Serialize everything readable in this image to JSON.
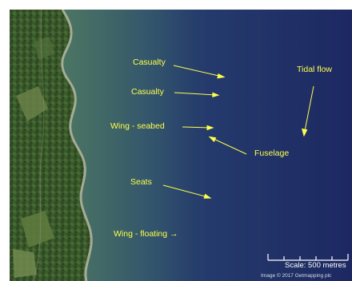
{
  "map": {
    "labels": {
      "casualty_1": "Casualty",
      "casualty_2": "Casualty",
      "wing_seabed": "Wing - seabed",
      "fuselage": "Fuselage",
      "seats": "Seats",
      "wing_floating": "Wing - floating →",
      "tidal_flow": "Tidal flow"
    },
    "scale_bar": {
      "label": "Scale: 500 metres"
    },
    "credit": "Image © 2017 Getmapping plc",
    "colors": {
      "annotation": "#ffff4a",
      "sea_deep": "#1e2a63",
      "sea_shallow": "#3f6f5c",
      "land": "#3f5a2e"
    }
  }
}
